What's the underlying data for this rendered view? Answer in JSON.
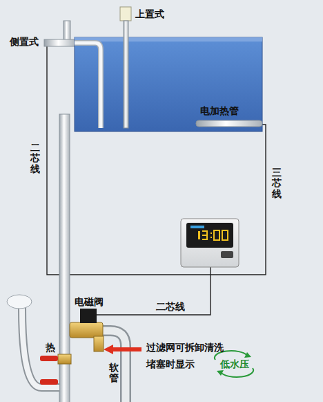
{
  "diagram": {
    "labels": [
      "上置式",
      "侧置式",
      "电加热管",
      "二芯线",
      "三芯线",
      "电磁阀",
      "二芯线",
      "热",
      "过滤网可拆卸清洗",
      "堵塞时显示",
      "低水压",
      "软管"
    ]
  }
}
